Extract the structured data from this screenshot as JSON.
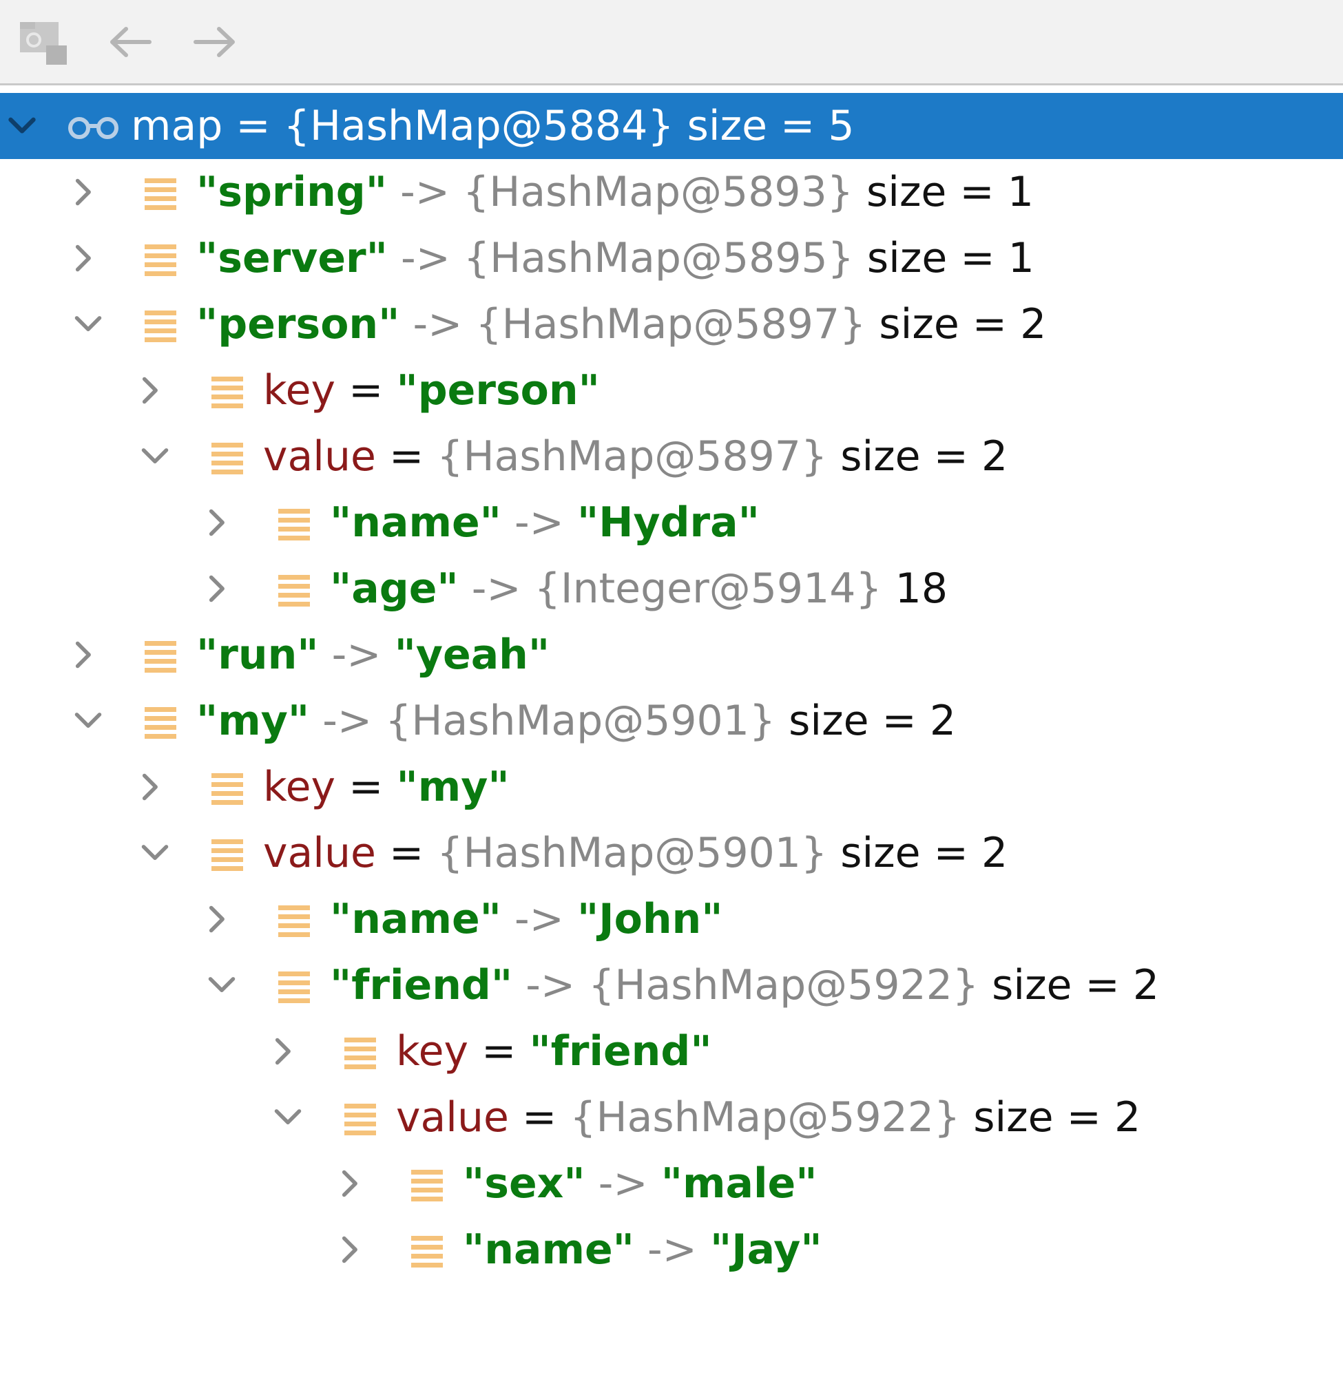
{
  "toolbar": {
    "restore_icon": "restore-layout-icon",
    "back_icon": "arrow-left-icon",
    "forward_icon": "arrow-right-icon"
  },
  "colors": {
    "selection": "#1d7ac7",
    "string": "#0a7a10",
    "object_ref": "#888888",
    "field_name": "#8b1a1a",
    "field_icon": "#f5c27a"
  },
  "tree": {
    "root": {
      "name": "map",
      "eq": " = ",
      "ref": "{HashMap@5884}",
      "size": " size = 5",
      "expanded": true
    },
    "r1": {
      "key": "\"spring\"",
      "arrow": " -> ",
      "ref": "{HashMap@5893}",
      "size": " size = 1",
      "expanded": false
    },
    "r2": {
      "key": "\"server\"",
      "arrow": " -> ",
      "ref": "{HashMap@5895}",
      "size": " size = 1",
      "expanded": false
    },
    "r3": {
      "key": "\"person\"",
      "arrow": " -> ",
      "ref": "{HashMap@5897}",
      "size": " size = 2",
      "expanded": true
    },
    "r4": {
      "name": "key",
      "eq": " = ",
      "val": "\"person\"",
      "expanded": false
    },
    "r5": {
      "name": "value",
      "eq": " = ",
      "ref": "{HashMap@5897}",
      "size": " size = 2",
      "expanded": true
    },
    "r6": {
      "key": "\"name\"",
      "arrow": " -> ",
      "val": "\"Hydra\"",
      "expanded": false
    },
    "r7": {
      "key": "\"age\"",
      "arrow": " -> ",
      "ref": "{Integer@5914}",
      "size": " 18",
      "expanded": false
    },
    "r8": {
      "key": "\"run\"",
      "arrow": " -> ",
      "val": "\"yeah\"",
      "expanded": false
    },
    "r9": {
      "key": "\"my\"",
      "arrow": " -> ",
      "ref": "{HashMap@5901}",
      "size": " size = 2",
      "expanded": true
    },
    "r10": {
      "name": "key",
      "eq": " = ",
      "val": "\"my\"",
      "expanded": false
    },
    "r11": {
      "name": "value",
      "eq": " = ",
      "ref": "{HashMap@5901}",
      "size": " size = 2",
      "expanded": true
    },
    "r12": {
      "key": "\"name\"",
      "arrow": " -> ",
      "val": "\"John\"",
      "expanded": false
    },
    "r13": {
      "key": "\"friend\"",
      "arrow": " -> ",
      "ref": "{HashMap@5922}",
      "size": " size = 2",
      "expanded": true
    },
    "r14": {
      "name": "key",
      "eq": " = ",
      "val": "\"friend\"",
      "expanded": false
    },
    "r15": {
      "name": "value",
      "eq": " = ",
      "ref": "{HashMap@5922}",
      "size": " size = 2",
      "expanded": true
    },
    "r16": {
      "key": "\"sex\"",
      "arrow": " -> ",
      "val": "\"male\"",
      "expanded": false
    },
    "r17": {
      "key": "\"name\"",
      "arrow": " -> ",
      "val": "\"Jay\"",
      "expanded": false
    }
  }
}
